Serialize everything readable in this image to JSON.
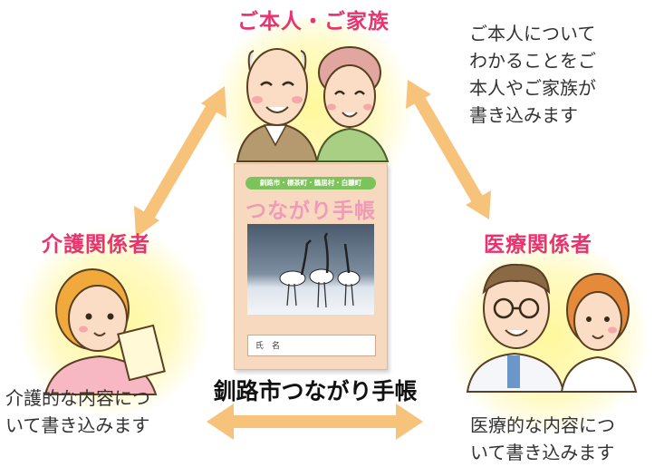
{
  "top": {
    "title": "ご本人・ご家族",
    "description_lines": [
      "ご本人について",
      "わかることをご",
      "本人やご家族が",
      "書き込みます"
    ]
  },
  "care": {
    "title": "介護関係者",
    "description_lines": [
      "介護的な内容につ",
      "いて書き込みます"
    ]
  },
  "medical": {
    "title": "医療関係者",
    "description_lines": [
      "医療的な内容につ",
      "いて書き込みます"
    ]
  },
  "booklet": {
    "header": "釧路市・標茶町・鶴居村・白糠町",
    "title": "つながり手帳",
    "name_label": "氏　名",
    "caption": "釧路市つながり手帳"
  },
  "colors": {
    "title_pink": "#e8336e",
    "arrow_orange": "#f7c27a",
    "glow_yellow": "#fff6a0",
    "booklet_bg": "#f7d9bf"
  }
}
